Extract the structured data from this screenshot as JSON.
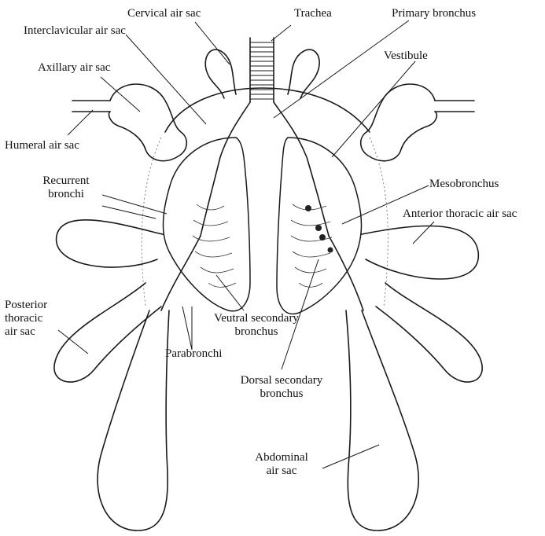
{
  "labels": {
    "cervical_air_sac": "Cervical air sac",
    "trachea": "Trachea",
    "primary_bronchus": "Primary bronchus",
    "interclavicular_air_sac": "Interclavicular air sac",
    "vestibule": "Vestibule",
    "axillary_air_sac": "Axillary air sac",
    "humeral_air_sac": "Humeral air sac",
    "recurrent_bronchi_1": "Recurrent",
    "recurrent_bronchi_2": "bronchi",
    "mesobronchus": "Mesobronchus",
    "anterior_thoracic_air_sac": "Anterior thoracic air sac",
    "posterior_thoracic_1": "Posterior",
    "posterior_thoracic_2": "thoracic",
    "posterior_thoracic_3": "air sac",
    "ventral_secondary_1": "Veutral secondary",
    "ventral_secondary_2": "bronchus",
    "parabronchi": "Parabronchi",
    "dorsal_secondary_1": "Dorsal secondary",
    "dorsal_secondary_2": "bronchus",
    "abdominal_1": "Abdominal",
    "abdominal_2": "air sac"
  }
}
